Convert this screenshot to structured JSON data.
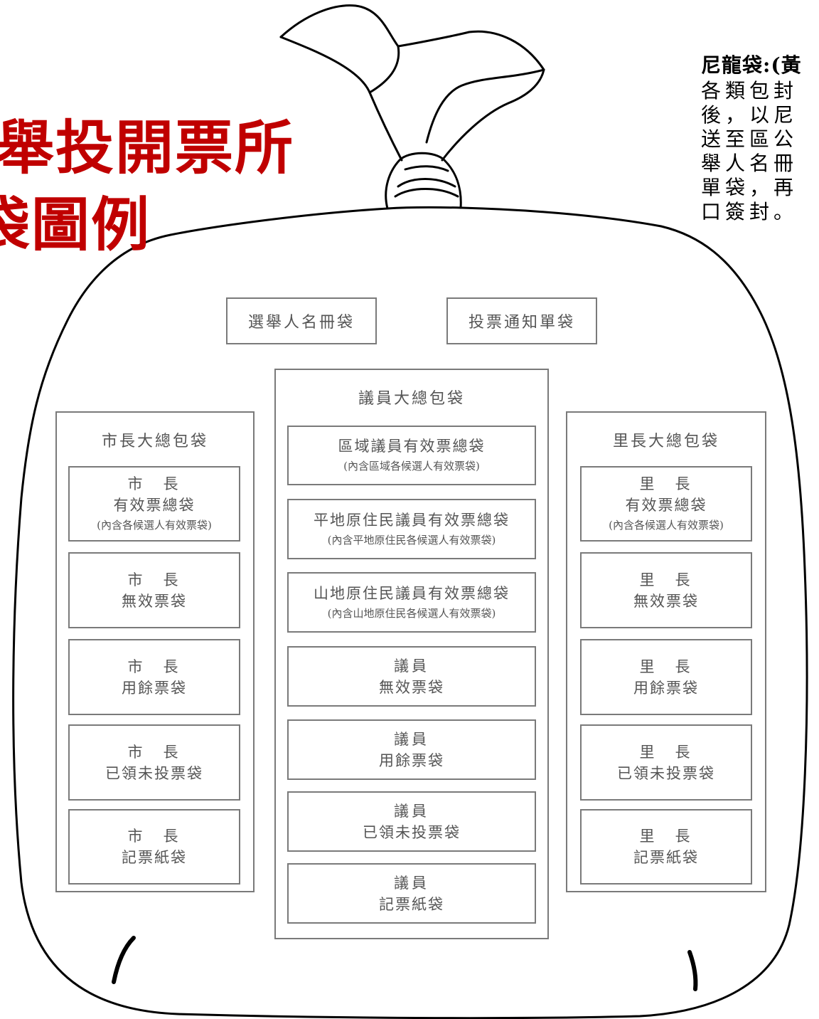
{
  "title": {
    "line1": "舉投開票所",
    "line2": "袋圖例"
  },
  "note": {
    "heading": "尼龍袋:(黃",
    "lines": [
      "各類包封",
      "後，以尼",
      "送至區公",
      "舉人名冊",
      "單袋，再",
      "口簽封。"
    ]
  },
  "top_bags": {
    "voter_register": "選舉人名冊袋",
    "notice": "投票通知單袋"
  },
  "mayor": {
    "title": "市長大總包袋",
    "valid": {
      "l1": "市　長",
      "l2": "有效票總袋",
      "sub": "(內含各候選人有效票袋)"
    },
    "invalid": {
      "l1": "市　長",
      "l2": "無效票袋"
    },
    "unused": {
      "l1": "市　長",
      "l2": "用餘票袋"
    },
    "claimed": {
      "l1": "市　長",
      "l2": "已領未投票袋"
    },
    "tally": {
      "l1": "市　長",
      "l2": "記票紙袋"
    }
  },
  "council": {
    "title": "議員大總包袋",
    "regional": {
      "l1": "區域議員有效票總袋",
      "sub": "(內含區域各候選人有效票袋)"
    },
    "plains": {
      "l1": "平地原住民議員有效票總袋",
      "sub": "(內含平地原住民各候選人有效票袋)"
    },
    "mountain": {
      "l1": "山地原住民議員有效票總袋",
      "sub": "(內含山地原住民各候選人有效票袋)"
    },
    "invalid": {
      "l1": "議員",
      "l2": "無效票袋"
    },
    "unused": {
      "l1": "議員",
      "l2": "用餘票袋"
    },
    "claimed": {
      "l1": "議員",
      "l2": "已領未投票袋"
    },
    "tally": {
      "l1": "議員",
      "l2": "記票紙袋"
    }
  },
  "village": {
    "title": "里長大總包袋",
    "valid": {
      "l1": "里　長",
      "l2": "有效票總袋",
      "sub": "(內含各候選人有效票袋)"
    },
    "invalid": {
      "l1": "里　長",
      "l2": "無效票袋"
    },
    "unused": {
      "l1": "里　長",
      "l2": "用餘票袋"
    },
    "claimed": {
      "l1": "里　長",
      "l2": "已領未投票袋"
    },
    "tally": {
      "l1": "里　長",
      "l2": "記票紙袋"
    }
  }
}
